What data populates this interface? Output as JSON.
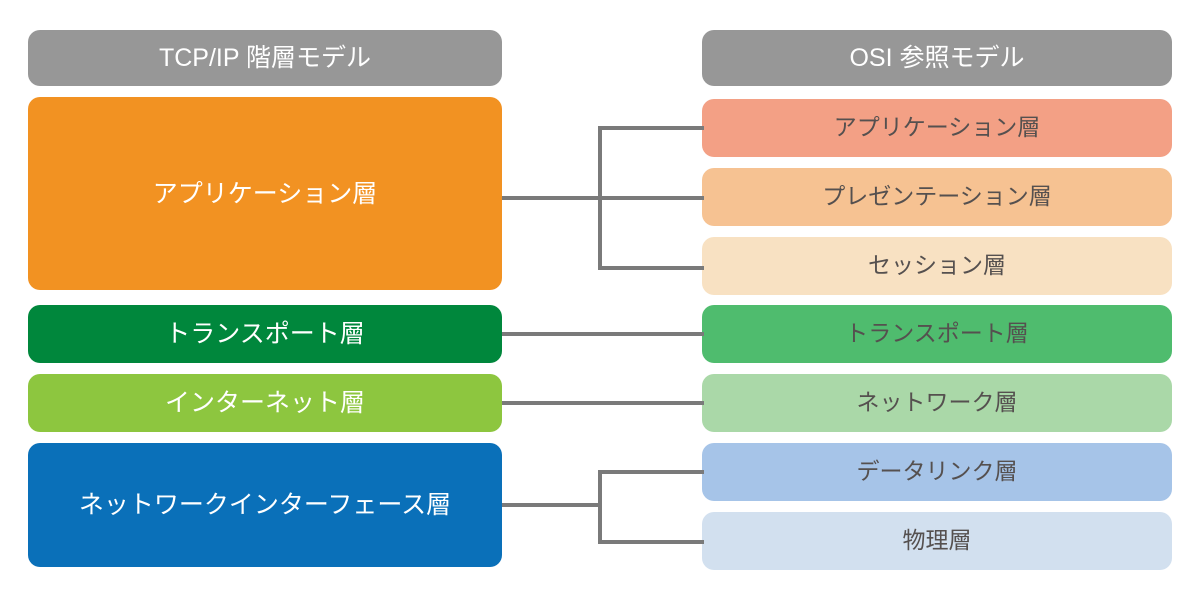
{
  "diagram": {
    "title_left": "TCP/IP 階層モデル",
    "title_right": "OSI 参照モデル",
    "background_color": "#FFFFFF",
    "connector_color": "#7A7A7A",
    "header_color": "#979797"
  },
  "tcpip": {
    "header": "TCP/IP 階層モデル",
    "layers": [
      {
        "label": "アプリケーション層",
        "color": "#F29222",
        "text_color": "#FFFFFF"
      },
      {
        "label": "トランスポート層",
        "color": "#00873C",
        "text_color": "#FFFFFF"
      },
      {
        "label": "インターネット層",
        "color": "#8DC63F",
        "text_color": "#FFFFFF"
      },
      {
        "label": "ネットワークインターフェース層",
        "color": "#0A70B9",
        "text_color": "#FFFFFF"
      }
    ]
  },
  "osi": {
    "header": "OSI 参照モデル",
    "layers": [
      {
        "label": "アプリケーション層",
        "color": "#F3A085",
        "text_color": "#55504F"
      },
      {
        "label": "プレゼンテーション層",
        "color": "#F6C292",
        "text_color": "#55504F"
      },
      {
        "label": "セッション層",
        "color": "#F8E1C2",
        "text_color": "#55504F"
      },
      {
        "label": "トランスポート層",
        "color": "#4FBC6E",
        "text_color": "#55504F"
      },
      {
        "label": "ネットワーク層",
        "color": "#AAD8A8",
        "text_color": "#55504F"
      },
      {
        "label": "データリンク層",
        "color": "#A6C4E8",
        "text_color": "#55504F"
      },
      {
        "label": "物理層",
        "color": "#D2E0EF",
        "text_color": "#55504F"
      }
    ]
  },
  "mappings": [
    {
      "from": "アプリケーション層",
      "to": [
        "アプリケーション層",
        "プレゼンテーション層",
        "セッション層"
      ]
    },
    {
      "from": "トランスポート層",
      "to": [
        "トランスポート層"
      ]
    },
    {
      "from": "インターネット層",
      "to": [
        "ネットワーク層"
      ]
    },
    {
      "from": "ネットワークインターフェース層",
      "to": [
        "データリンク層",
        "物理層"
      ]
    }
  ]
}
